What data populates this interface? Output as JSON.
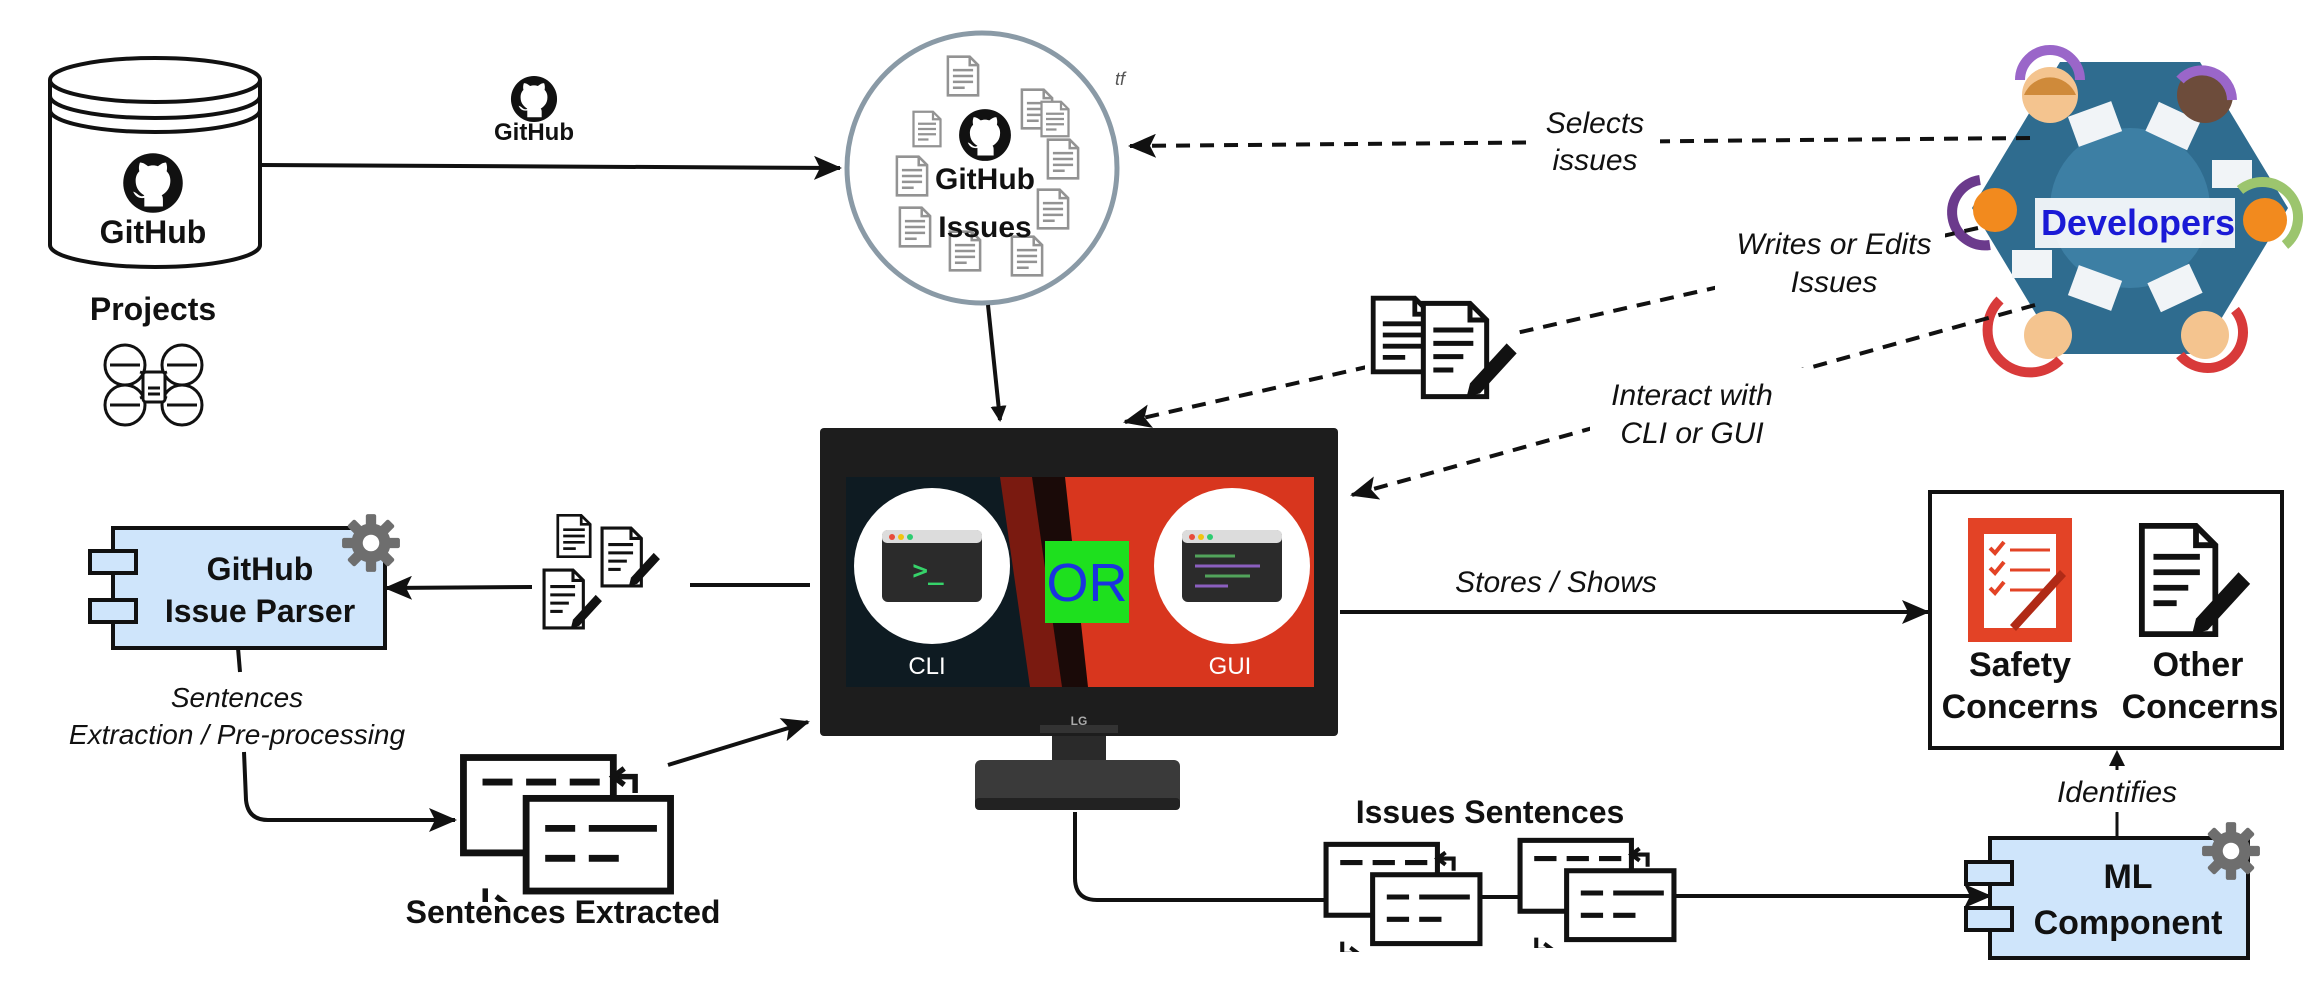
{
  "colors": {
    "component_fill": "#cfe5fb",
    "component_stroke": "#111111",
    "gear": "#6e6e6e",
    "developers_text": "#1a1ad6",
    "or_box": "#1ee01e",
    "or_text": "#1a33e0",
    "screen_red": "#d8361e",
    "safety_red": "#e34326"
  },
  "github_db": {
    "logo_text": "GitHub",
    "label": "Projects"
  },
  "arrow_github_label": "GitHub",
  "issues_circle": {
    "logo_text": "GitHub",
    "label": "Issues",
    "small_mark": "tf"
  },
  "developers": {
    "label": "Developers"
  },
  "edges": {
    "selects": [
      "Selects",
      "issues"
    ],
    "writes": [
      "Writes or Edits",
      "Issues"
    ],
    "interact": [
      "Interact with",
      "CLI or GUI"
    ],
    "stores": "Stores / Shows",
    "identifies": "Identifies",
    "extraction": [
      "Sentences",
      "Extraction / Pre-processing"
    ]
  },
  "monitor": {
    "cli": "CLI",
    "gui": "GUI",
    "or": "OR",
    "prompt": ">_",
    "brand": "LG"
  },
  "parser": {
    "line1": "GitHub",
    "line2": "Issue Parser"
  },
  "sentences_extracted": "Sentences Extracted",
  "issues_sentences": "Issues Sentences",
  "ml": {
    "line1": "ML",
    "line2": "Component"
  },
  "concerns": {
    "safety": [
      "Safety",
      "Concerns"
    ],
    "other": [
      "Other",
      "Concerns"
    ]
  }
}
